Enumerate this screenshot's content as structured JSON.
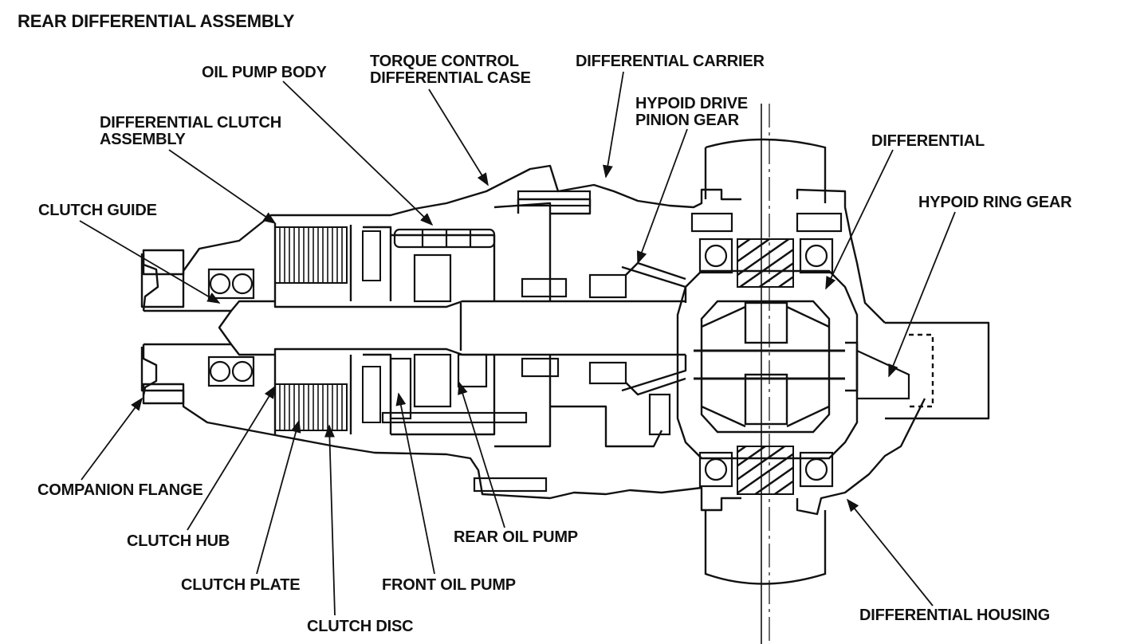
{
  "title": "REAR DIFFERENTIAL ASSEMBLY",
  "labels": {
    "oil_pump_body": "OIL PUMP BODY",
    "torque_control_1": "TORQUE CONTROL",
    "torque_control_2": "DIFFERENTIAL CASE",
    "differential_carrier": "DIFFERENTIAL CARRIER",
    "hypoid_drive_1": "HYPOID DRIVE",
    "hypoid_drive_2": "PINION GEAR",
    "clutch_assembly_1": "DIFFERENTIAL CLUTCH",
    "clutch_assembly_2": "ASSEMBLY",
    "differential": "DIFFERENTIAL",
    "clutch_guide": "CLUTCH GUIDE",
    "hypoid_ring_gear": "HYPOID RING GEAR",
    "companion_flange": "COMPANION FLANGE",
    "clutch_hub": "CLUTCH HUB",
    "rear_oil_pump": "REAR OIL PUMP",
    "clutch_plate": "CLUTCH PLATE",
    "front_oil_pump": "FRONT OIL PUMP",
    "differential_housing": "DIFFERENTIAL HOUSING",
    "clutch_disc": "CLUTCH DISC"
  },
  "colors": {
    "ink": "#111111",
    "paper": "#ffffff"
  }
}
